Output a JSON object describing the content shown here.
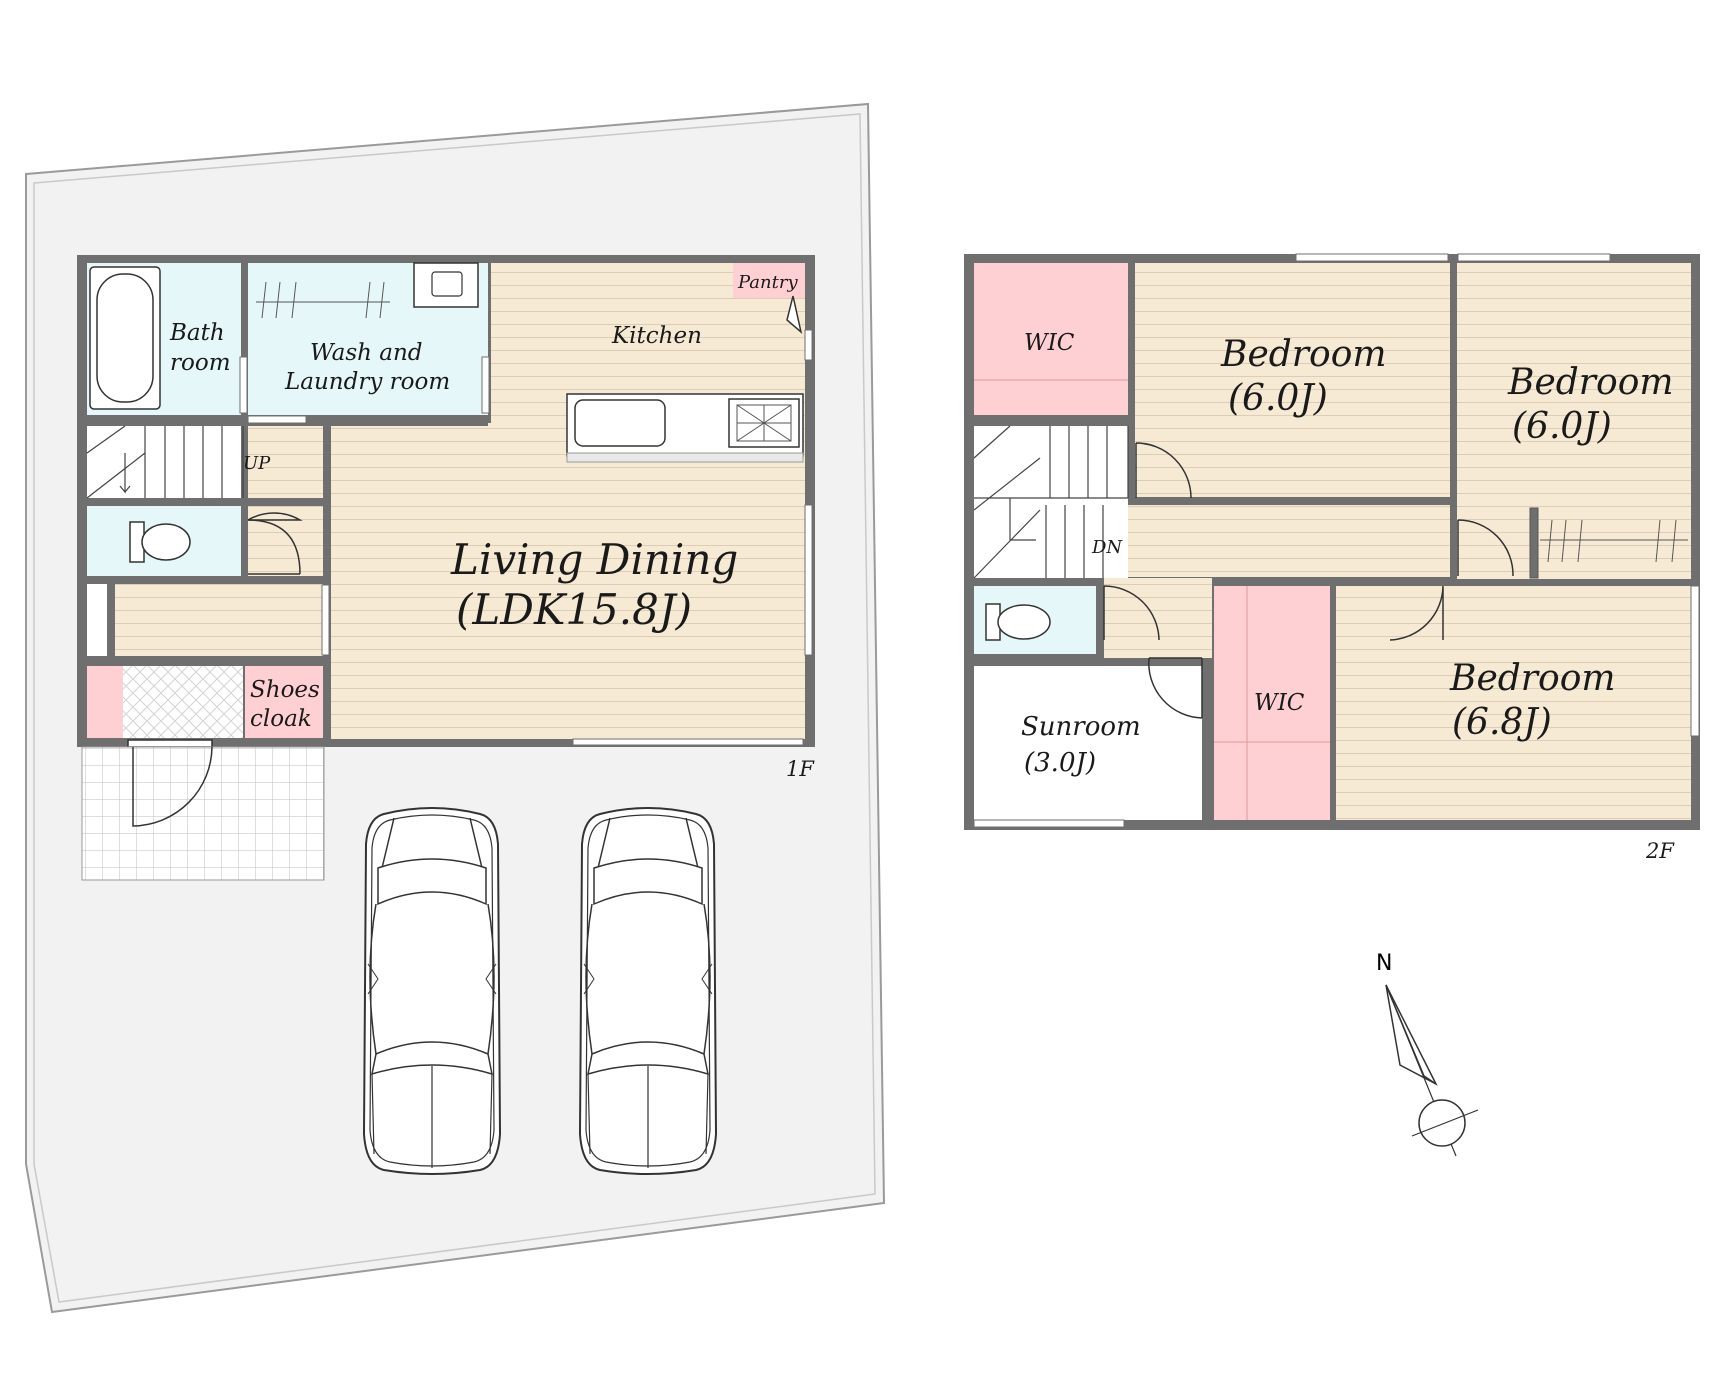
{
  "colors": {
    "wood": "#f7ead5",
    "water": "#e5f7f8",
    "storage": "#ffd0d3",
    "wall": "#6f6f6f",
    "lot": "#f2f2f3",
    "white": "#ffffff"
  },
  "floor1": {
    "tag": "1F",
    "rooms": {
      "bath_line1": "Bath",
      "bath_line2": "room",
      "wash_line1": "Wash and",
      "wash_line2": "Laundry room",
      "pantry": "Pantry",
      "kitchen": "Kitchen",
      "ldk_line1": "Living Dining",
      "ldk_line2": "(LDK15.8J)",
      "shoes_line1": "Shoes",
      "shoes_line2": "cloak",
      "stair": "UP"
    }
  },
  "floor2": {
    "tag": "2F",
    "rooms": {
      "wic_top": "WIC",
      "bed1_line1": "Bedroom",
      "bed1_line2": "(6.0J)",
      "bed2_line1": "Bedroom",
      "bed2_line2": "(6.0J)",
      "bed3_line1": "Bedroom",
      "bed3_line2": "(6.8J)",
      "wic_bottom": "WIC",
      "sun_line1": "Sunroom",
      "sun_line2": "(3.0J)",
      "stair": "DN"
    }
  },
  "compass": {
    "label": "N"
  }
}
